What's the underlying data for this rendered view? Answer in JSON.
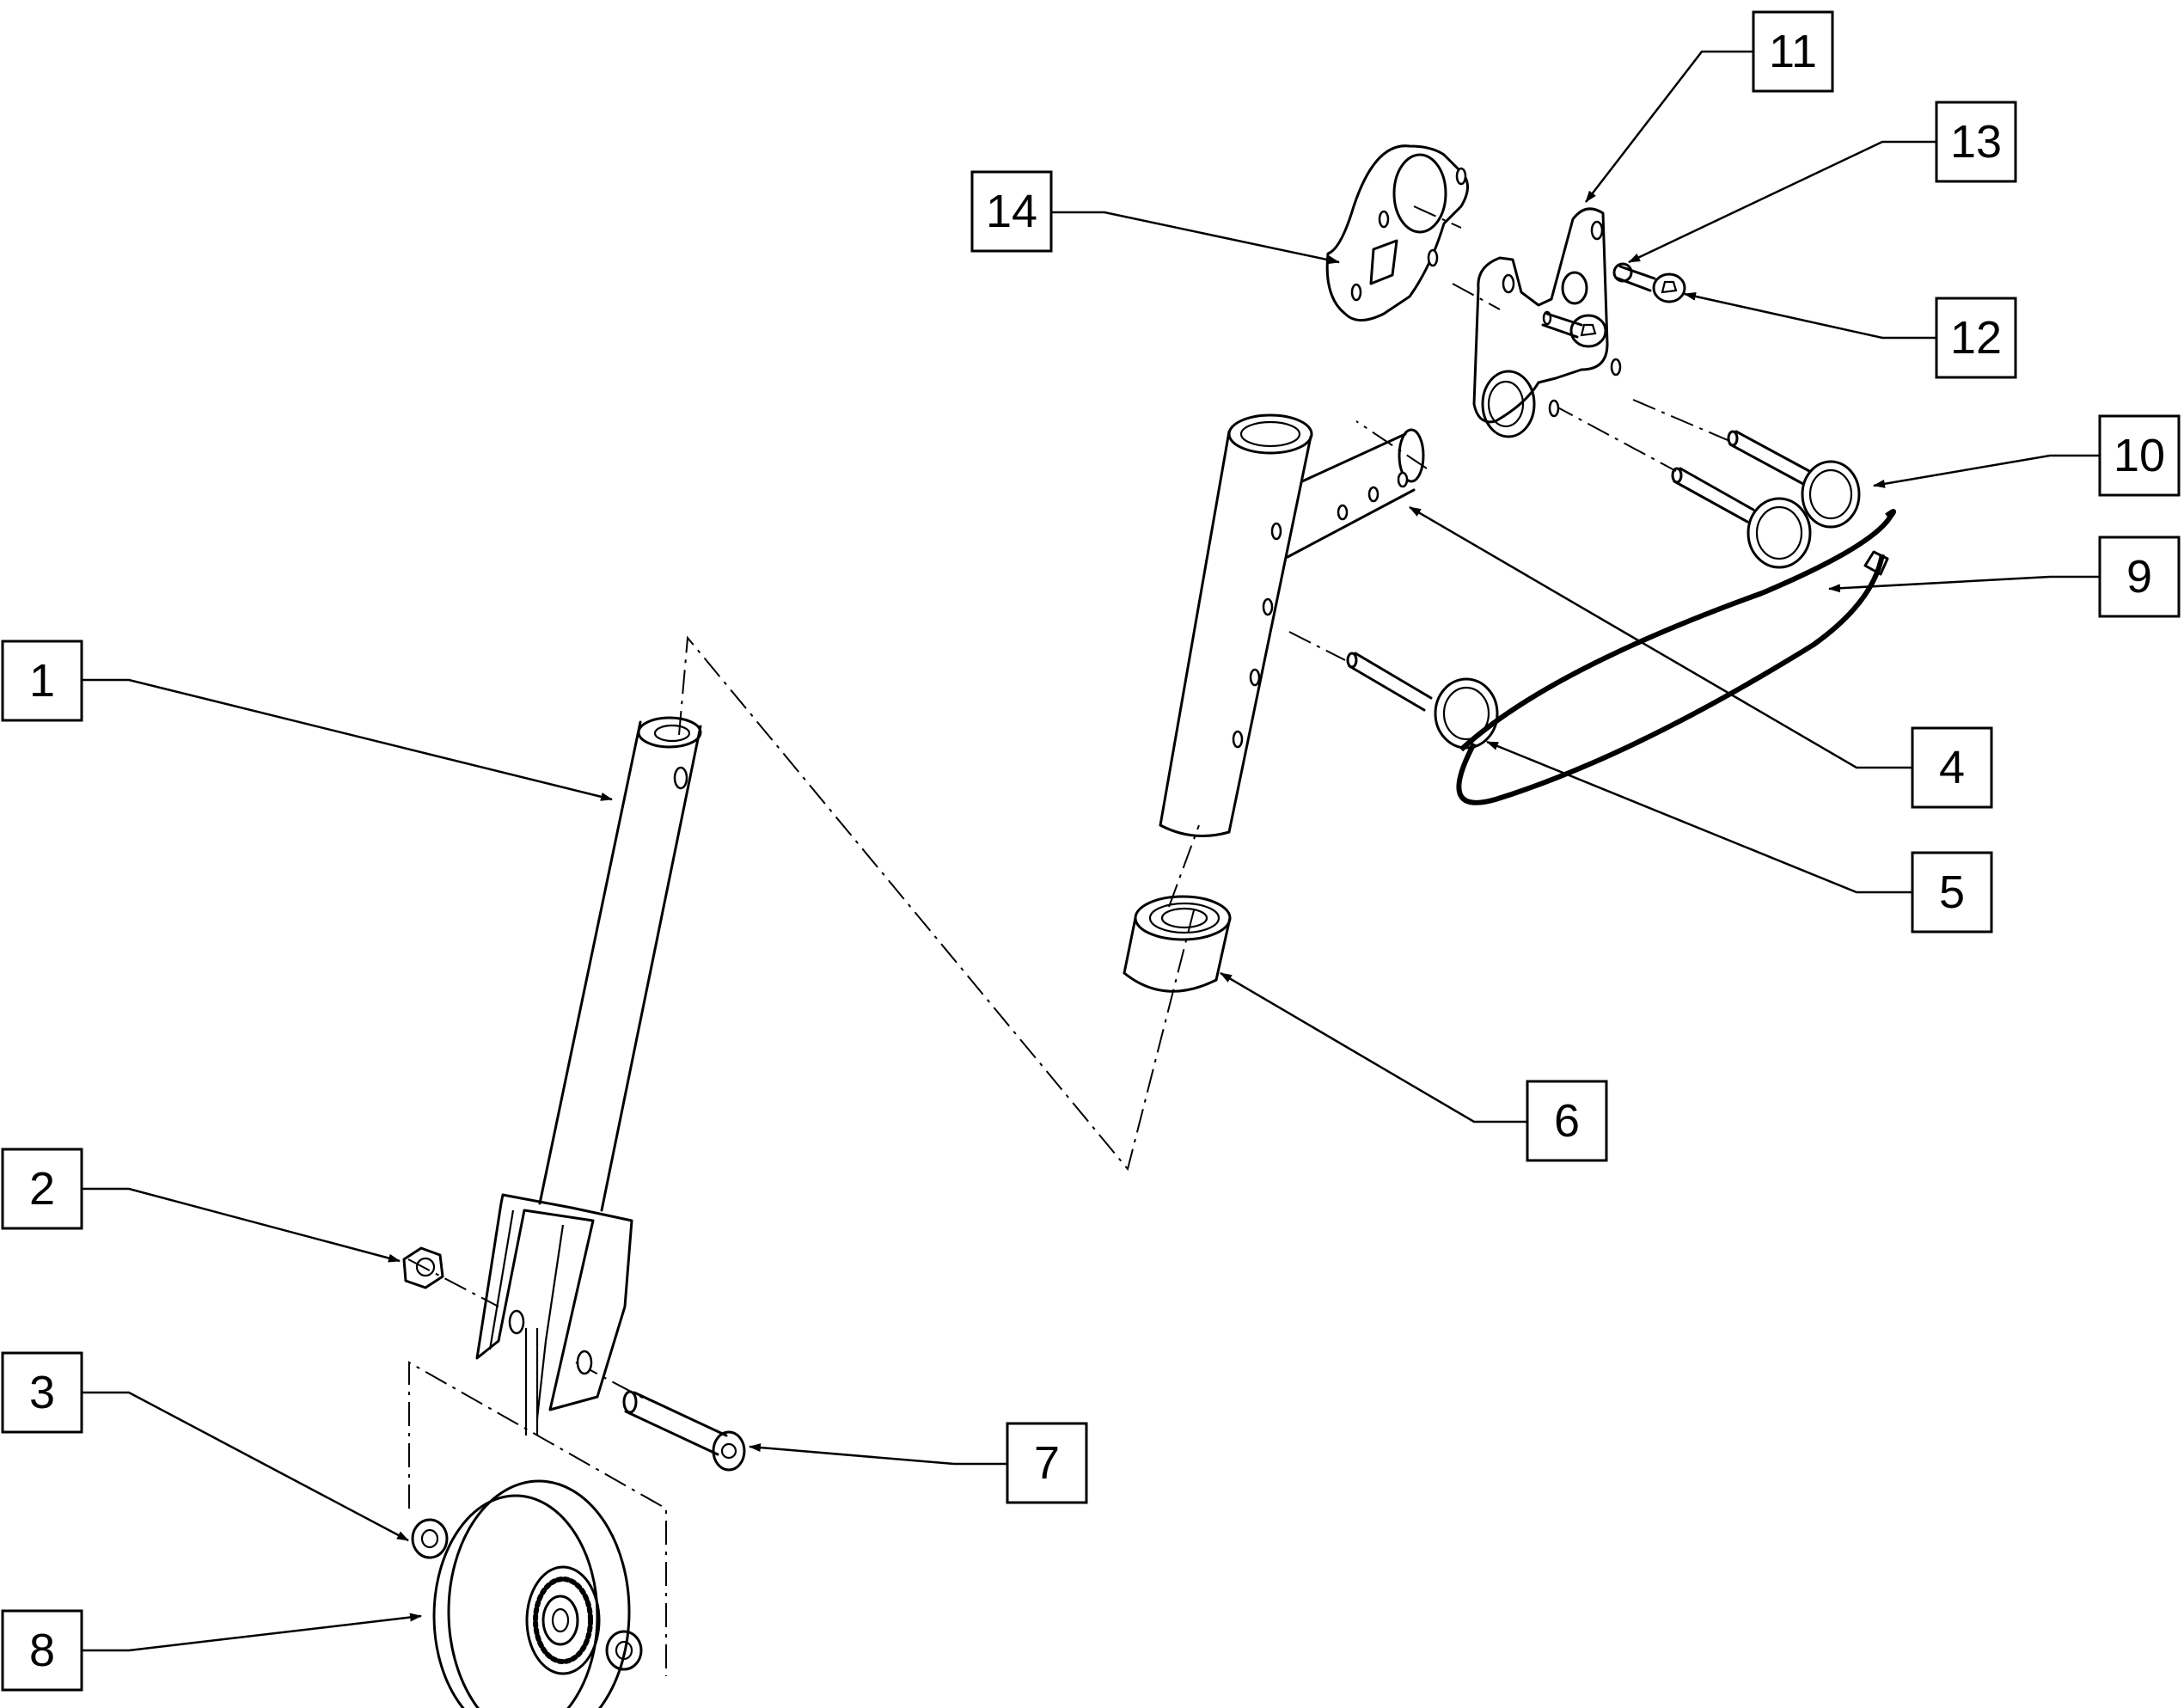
{
  "callouts": [
    {
      "id": "c1",
      "number": "1"
    },
    {
      "id": "c2",
      "number": "2"
    },
    {
      "id": "c3",
      "number": "3"
    },
    {
      "id": "c4",
      "number": "4"
    },
    {
      "id": "c5",
      "number": "5"
    },
    {
      "id": "c6",
      "number": "6"
    },
    {
      "id": "c7",
      "number": "7"
    },
    {
      "id": "c8",
      "number": "8"
    },
    {
      "id": "c9",
      "number": "9"
    },
    {
      "id": "c10",
      "number": "10"
    },
    {
      "id": "c11",
      "number": "11"
    },
    {
      "id": "c12",
      "number": "12"
    },
    {
      "id": "c13",
      "number": "13"
    },
    {
      "id": "c14",
      "number": "14"
    }
  ]
}
